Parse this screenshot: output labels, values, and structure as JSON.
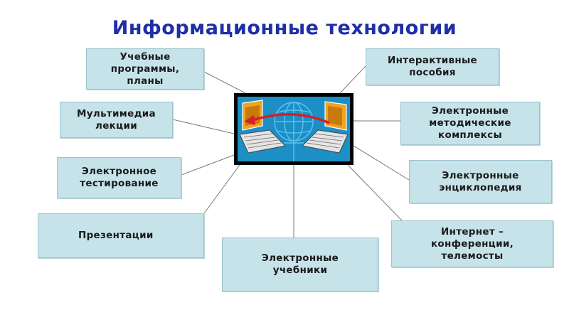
{
  "title": "Информационные технологии",
  "boxes": {
    "study_programs": "Учебные\nпрограммы,\nпланы",
    "multimedia_lectures": "Мультимедиа\nлекции",
    "e_testing": "Электронное\nтестирование",
    "presentations": "Презентации",
    "e_textbooks": "Электронные\nучебники",
    "interactive_aids": "Интерактивные\nпособия",
    "e_method_complexes": "Электронные\nметодические\nкомплексы",
    "e_encyclopedia": "Электронные\nэнциклопедия",
    "internet_conferences": "Интернет –\nконференции,\nтелемосты"
  },
  "colors": {
    "title": "#1f2fa8",
    "box_fill": "#c6e3ea",
    "connector": "#7a7a7a",
    "center_frame": "#000000",
    "center_bg": "#1b8fc6",
    "arrow": "#d61f26"
  }
}
